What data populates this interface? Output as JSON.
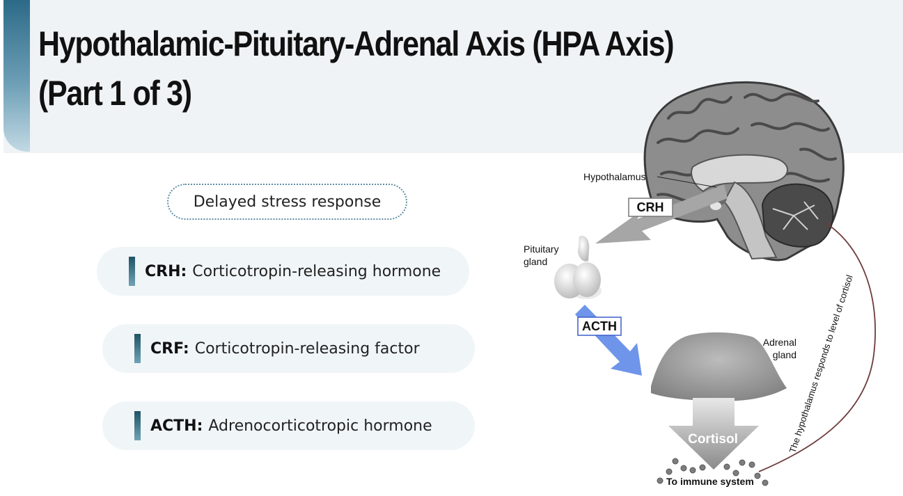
{
  "title": {
    "line1": "Hypothalamic-Pituitary-Adrenal Axis (HPA Axis)",
    "line2": "(Part 1 of 3)"
  },
  "pill": "Delayed stress response",
  "definitions": [
    {
      "term": "CRH:",
      "desc": "Corticotropin-releasing hormone"
    },
    {
      "term": "CRF:",
      "desc": "Corticotropin-releasing factor"
    },
    {
      "term": "ACTH:",
      "desc": "Adrenocorticotropic hormone"
    }
  ],
  "diagram": {
    "hypothalamus": "Hypothalamus",
    "crh": "CRH",
    "pituitary_line1": "Pituitary",
    "pituitary_line2": "gland",
    "acth": "ACTH",
    "adrenal_line1": "Adrenal",
    "adrenal_line2": "gland",
    "cortisol": "Cortisol",
    "immune": "To immune system",
    "feedback": "The hypothalamus responds to level of cortisol"
  }
}
